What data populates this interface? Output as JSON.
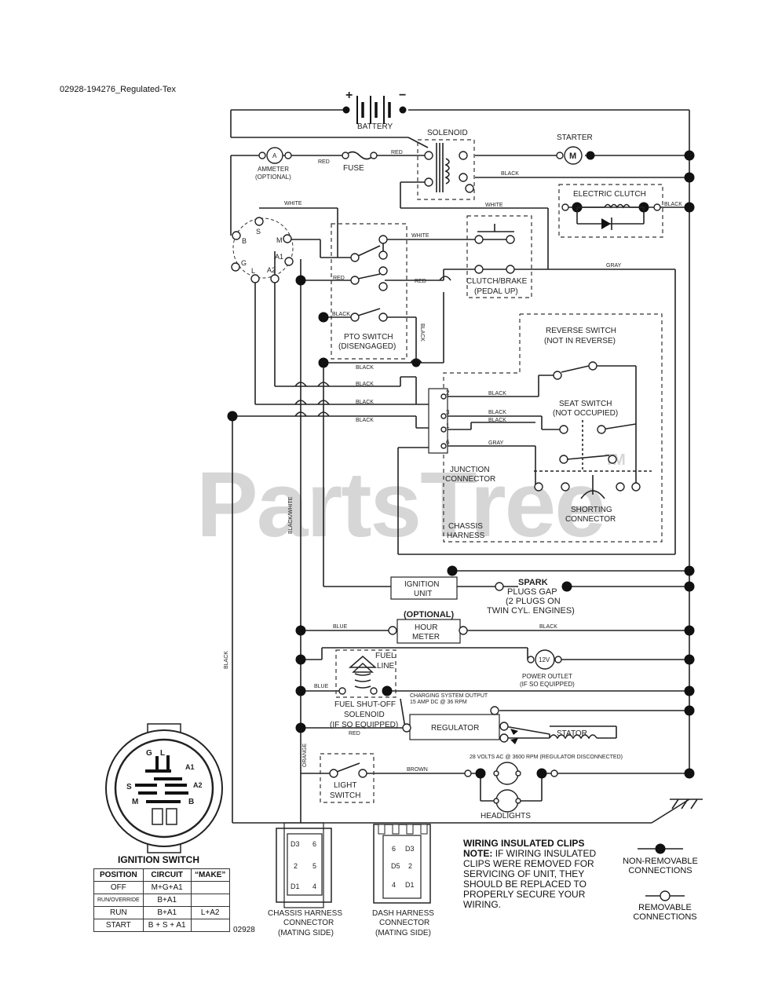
{
  "document": {
    "id_label": "02928-194276_Regulated-Tex",
    "watermark": "PartsTree",
    "watermark_mark": "TM",
    "figure_number": "02928"
  },
  "components": {
    "battery": "BATTERY",
    "battery_plus": "+",
    "battery_minus": "−",
    "solenoid": "SOLENOID",
    "starter": "STARTER",
    "starter_symbol": "M",
    "ammeter_line1": "AMMETER",
    "ammeter_line2": "(OPTIONAL)",
    "ammeter_symbol": "A",
    "fuse": "FUSE",
    "electric_clutch": "ELECTRIC CLUTCH",
    "clutch_brake_line1": "CLUTCH/BRAKE",
    "clutch_brake_line2": "(PEDAL UP)",
    "pto_switch_line1": "PTO SWITCH",
    "pto_switch_line2": "(DISENGAGED)",
    "reverse_switch_line1": "REVERSE SWITCH",
    "reverse_switch_line2": "(NOT IN REVERSE)",
    "seat_switch_line1": "SEAT SWITCH",
    "seat_switch_line2": "(NOT OCCUPIED)",
    "junction_line1": "JUNCTION",
    "junction_line2": "CONNECTOR",
    "shorting_line1": "SHORTING",
    "shorting_line2": "CONNECTOR",
    "chassis_harness_line1": "CHASSIS",
    "chassis_harness_line2": "HARNESS",
    "ignition_unit_line1": "IGNITION",
    "ignition_unit_line2": "UNIT",
    "spark_line1": "SPARK",
    "spark_line2": "PLUGS GAP",
    "spark_line3": "(2 PLUGS ON",
    "spark_line4": "TWIN CYL. ENGINES)",
    "hour_meter_optional": "(OPTIONAL)",
    "hour_meter_line1": "HOUR",
    "hour_meter_line2": "METER",
    "fuel_line_1": "FUEL",
    "fuel_line_2": "LINE",
    "power_outlet_symbol": "12V",
    "power_outlet_line1": "POWER OUTLET",
    "power_outlet_line2": "(IF SO EQUIPPED)",
    "fuel_shutoff_line1": "FUEL SHUT-OFF",
    "fuel_shutoff_line2": "SOLENOID",
    "fuel_shutoff_line3": "(IF SO EQUIPPED)",
    "charging_line1": "CHARGING SYSTEM OUTPUT",
    "charging_line2": "15 AMP DC @ 36 RPM",
    "regulator": "REGULATOR",
    "stator": "STATOR",
    "ac_note": "28 VOLTS AC @ 3600 RPM (REGULATOR DISCONNECTED)",
    "light_switch_line1": "LIGHT",
    "light_switch_line2": "SWITCH",
    "headlights": "HEADLIGHTS"
  },
  "wire_labels": {
    "red1": "RED",
    "red2": "RED",
    "red3": "RED",
    "red4": "RED",
    "red5": "RED",
    "white1": "WHITE",
    "white2": "WHITE",
    "white3": "WHITE",
    "black1": "BLACK",
    "black2": "BLACK",
    "black3": "BLACK",
    "black4": "BLACK",
    "black5": "BLACK",
    "black6": "BLACK",
    "black7": "BLACK",
    "black8": "BLACK",
    "black9": "BLACK",
    "black10": "BLACK",
    "black11": "BLACK",
    "black12": "BLACK",
    "black13": "BLACK",
    "gray1": "GRAY",
    "gray2": "GRAY",
    "blue1": "BLUE",
    "blue2": "BLUE",
    "orange": "ORANGE",
    "brown": "BROWN",
    "black_white": "BLACK/WHITE"
  },
  "ignition_switch_terminals": {
    "b": "B",
    "s": "S",
    "m": "M",
    "g": "G",
    "l": "L",
    "a1": "A1",
    "a2": "A2"
  },
  "ignition_switch": {
    "title": "IGNITION SWITCH",
    "face_labels": [
      "G",
      "L",
      "A1",
      "S",
      "A2",
      "M",
      "B"
    ],
    "table_headers": [
      "POSITION",
      "CIRCUIT",
      "“MAKE”"
    ],
    "rows": [
      {
        "position": "OFF",
        "circuit": "M+G+A1",
        "make": ""
      },
      {
        "position": "RUN/OVERRIDE",
        "circuit": "B+A1",
        "make": ""
      },
      {
        "position": "RUN",
        "circuit": "B+A1",
        "make": "L+A2"
      },
      {
        "position": "START",
        "circuit": "B + S + A1",
        "make": ""
      }
    ]
  },
  "junction_pins": [
    "2",
    "3",
    "1",
    "6"
  ],
  "connectors": {
    "chassis": {
      "pins": [
        "D3",
        "6",
        "2",
        "5",
        "D1",
        "4"
      ],
      "line1": "CHASSIS HARNESS",
      "line2": "CONNECTOR",
      "line3": "(MATING SIDE)"
    },
    "dash": {
      "pins": [
        "6",
        "D3",
        "D5",
        "2",
        "4",
        "D1"
      ],
      "line1": "DASH HARNESS",
      "line2": "CONNECTOR",
      "line3": "(MATING SIDE)"
    }
  },
  "notes": {
    "heading": "WIRING INSULATED CLIPS",
    "note_label": "NOTE:",
    "note_text": "IF WIRING INSULATED CLIPS WERE REMOVED FOR SERVICING OF UNIT, THEY SHOULD BE REPLACED TO PROPERLY SECURE YOUR WIRING."
  },
  "legend": {
    "non_removable_line1": "NON-REMOVABLE",
    "non_removable_line2": "CONNECTIONS",
    "removable_line1": "REMOVABLE",
    "removable_line2": "CONNECTIONS"
  }
}
